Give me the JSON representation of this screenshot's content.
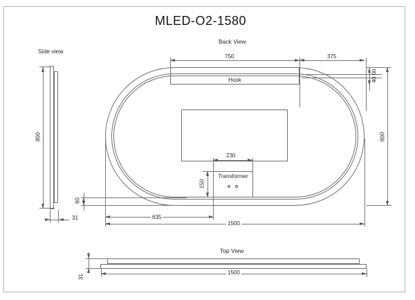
{
  "page": {
    "title": "MLED-O2-1580"
  },
  "side_view": {
    "label": "Side view",
    "dim_height": "800",
    "dim_thickness": "31"
  },
  "back_view": {
    "label": "Back View",
    "hook_label": "Hook",
    "transformer_label": "Transformer",
    "dim_hook_width": "750",
    "dim_hook_to_edge": "375",
    "dim_hook_offsets": "40 60",
    "dim_height": "800",
    "dim_width": "1500",
    "dim_transformer_width": "230",
    "dim_transformer_height": "150",
    "dim_transformer_x": "635",
    "dim_led_inset": "60"
  },
  "top_view": {
    "label": "Top View",
    "dim_width": "1500",
    "dim_thickness": "31"
  }
}
